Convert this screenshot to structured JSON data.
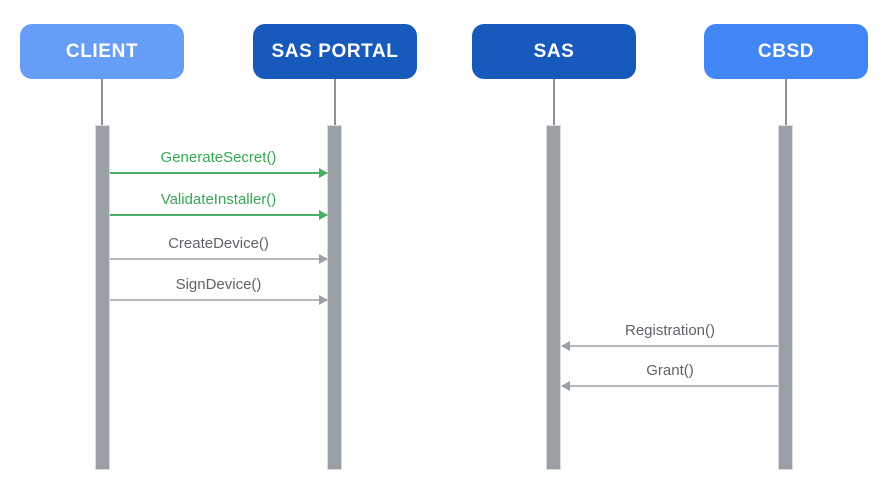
{
  "colors": {
    "client-blue": "#669DF6",
    "dark-blue": "#185ABC",
    "cbsd-blue": "#4285F4",
    "green": "#34A853",
    "green-line": "#4CAE65",
    "gray-text": "#5F6368",
    "gray-line": "#B4B9BE",
    "arrowhead-gray": "#9AA0A6",
    "bar-gray": "#9AA0A6",
    "bar-border": "#DADCE0",
    "lifeline-gray": "#8E9298"
  },
  "diagram": {
    "type": "sequence-diagram",
    "actors": [
      {
        "label": "CLIENT"
      },
      {
        "label": "SAS PORTAL"
      },
      {
        "label": "SAS"
      },
      {
        "label": "CBSD"
      }
    ],
    "messages": [
      {
        "label": "GenerateSecret()",
        "from": "CLIENT",
        "to": "SAS PORTAL",
        "style": "green",
        "direction": "right"
      },
      {
        "label": "ValidateInstaller()",
        "from": "CLIENT",
        "to": "SAS PORTAL",
        "style": "green",
        "direction": "right"
      },
      {
        "label": "CreateDevice()",
        "from": "CLIENT",
        "to": "SAS PORTAL",
        "style": "gray",
        "direction": "right"
      },
      {
        "label": "SignDevice()",
        "from": "CLIENT",
        "to": "SAS PORTAL",
        "style": "gray",
        "direction": "right"
      },
      {
        "label": "Registration()",
        "from": "CBSD",
        "to": "SAS",
        "style": "gray",
        "direction": "left"
      },
      {
        "label": "Grant()",
        "from": "CBSD",
        "to": "SAS",
        "style": "gray",
        "direction": "left"
      }
    ]
  }
}
